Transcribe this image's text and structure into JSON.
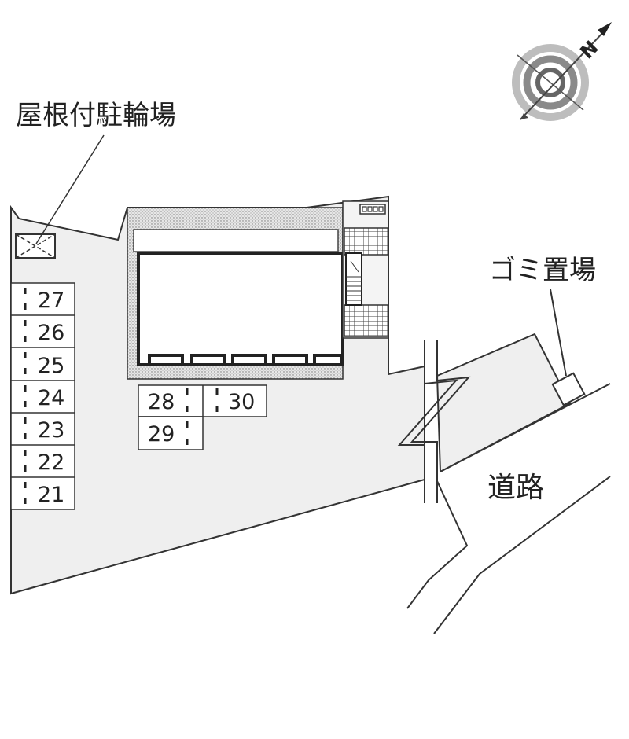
{
  "labels": {
    "bicycle_parking": "屋根付駐輪場",
    "garbage": "ゴミ置場",
    "road": "道路",
    "north": "N"
  },
  "parking": {
    "left_column": [
      "27",
      "26",
      "25",
      "24",
      "23",
      "22",
      "21"
    ],
    "right_block": [
      "28",
      "30",
      "29"
    ]
  },
  "colors": {
    "ground": "#efefef",
    "line": "#333333",
    "building": "#ffffff",
    "dotted_area": "#e4e4e4",
    "compass": "#8a8a8a"
  },
  "icons": {
    "compass": "compass-icon",
    "bicycle_shelter": "bicycle-shelter-icon"
  }
}
